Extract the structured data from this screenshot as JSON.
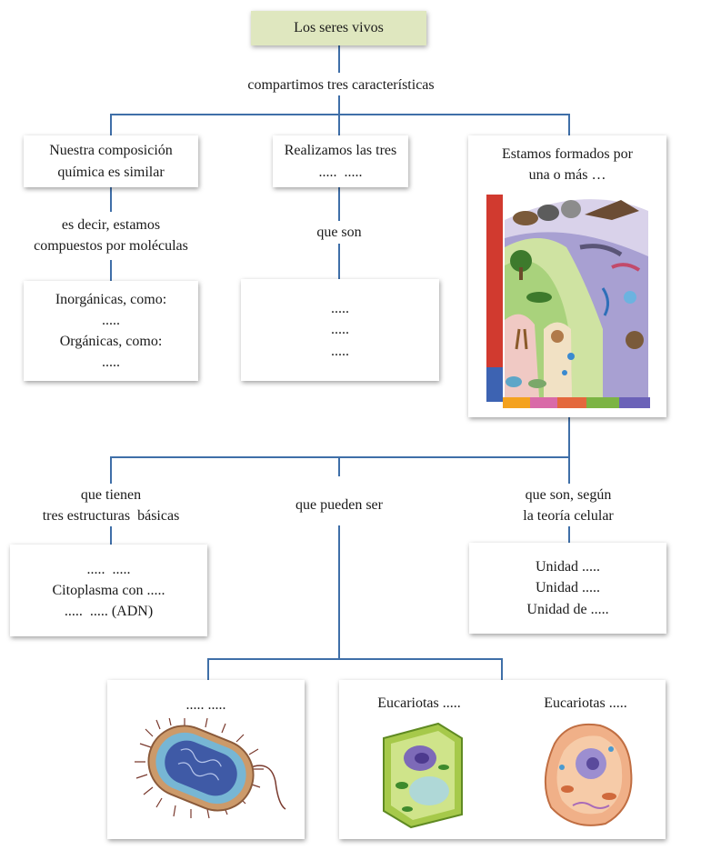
{
  "title": "Los seres vivos",
  "connector_top": "compartimos tres características",
  "col1": {
    "box": [
      "Nuestra composición",
      "química es similar"
    ],
    "connector": [
      "es decir, estamos",
      "compuestos por moléculas"
    ],
    "detail": [
      "Inorgánicas, como:",
      ".....",
      "Orgánicas, como:",
      "....."
    ]
  },
  "col2": {
    "box": [
      "Realizamos las tres",
      ".....  ....."
    ],
    "connector": "que son",
    "detail": [
      ".....",
      ".....",
      "....."
    ]
  },
  "col3": {
    "box": [
      "Estamos formados por",
      "una o más …"
    ]
  },
  "lower": {
    "left_connector": [
      "que tienen",
      "tres estructuras  básicas"
    ],
    "center_connector": "que pueden ser",
    "right_connector": [
      "que son, según",
      "la teoría celular"
    ],
    "structures": [
      ".....  .....",
      "Citoplasma con .....",
      ".....  ..... (ADN)"
    ],
    "theory": [
      "Unidad .....",
      "Unidad .....",
      "Unidad de ....."
    ]
  },
  "cells": {
    "prokaryote_label": ".....  .....",
    "plant_label": "Eucariotas .....",
    "animal_label": "Eucariotas ....."
  },
  "colors": {
    "connector": "#3f6fa8",
    "title_bg": "#dfe7bf"
  }
}
